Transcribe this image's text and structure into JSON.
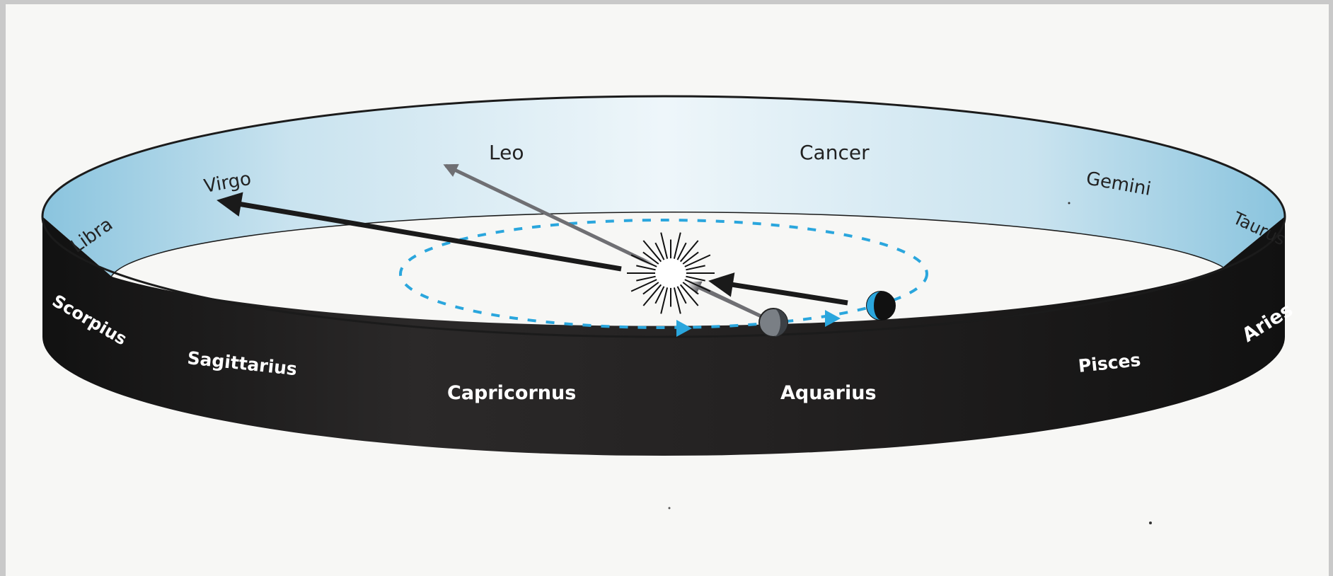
{
  "diagram": {
    "inner_wall_constellations": [
      {
        "id": "libra",
        "label": "Libra"
      },
      {
        "id": "virgo",
        "label": "Virgo"
      },
      {
        "id": "leo",
        "label": "Leo"
      },
      {
        "id": "cancer",
        "label": "Cancer"
      },
      {
        "id": "gemini",
        "label": "Gemini"
      },
      {
        "id": "taurus",
        "label": "Taurus"
      }
    ],
    "outer_wall_constellations": [
      {
        "id": "scorpius",
        "label": "Scorpius"
      },
      {
        "id": "sagittarius",
        "label": "Sagittarius"
      },
      {
        "id": "capricornus",
        "label": "Capricornus"
      },
      {
        "id": "aquarius",
        "label": "Aquarius"
      },
      {
        "id": "pisces",
        "label": "Pisces"
      },
      {
        "id": "aries",
        "label": "Aries"
      }
    ],
    "colors": {
      "sky_band": "#b8dceb",
      "outer_band": "#1f1d1d",
      "orbit": "#2aa6dd",
      "arrow_dark": "#1a1a1a",
      "arrow_grey": "#6f6f73"
    }
  }
}
